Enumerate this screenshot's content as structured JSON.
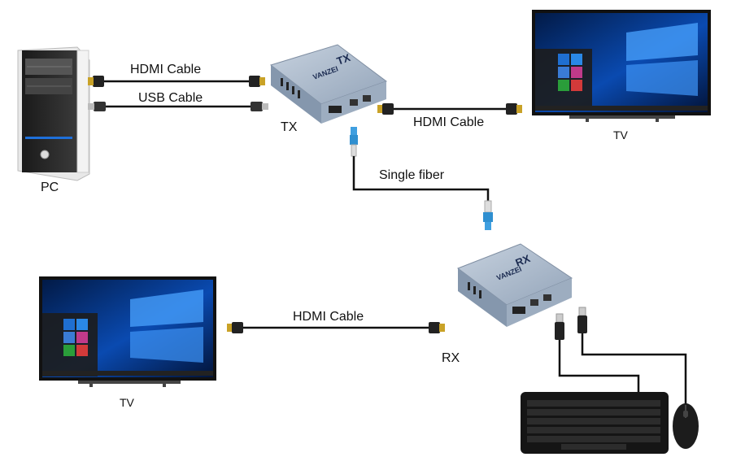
{
  "labels": {
    "pc": "PC",
    "tx": "TX",
    "rx": "RX",
    "tv_top": "TV",
    "tv_bottom": "TV",
    "cable_hdmi_pc": "HDMI Cable",
    "cable_usb_pc": "USB Cable",
    "cable_hdmi_tx_tv": "HDMI Cable",
    "cable_fiber": "Single fiber",
    "cable_hdmi_rx_tv": "HDMI Cable"
  },
  "devices": {
    "tx_box_text": "TX",
    "rx_box_text": "RX",
    "brand": "VANZEI"
  },
  "colors": {
    "cable": "#111111",
    "extender_body": "#a9b7c8",
    "screen_blue": "#0a3f8c",
    "fiber_connector": "#2f8fd0"
  }
}
